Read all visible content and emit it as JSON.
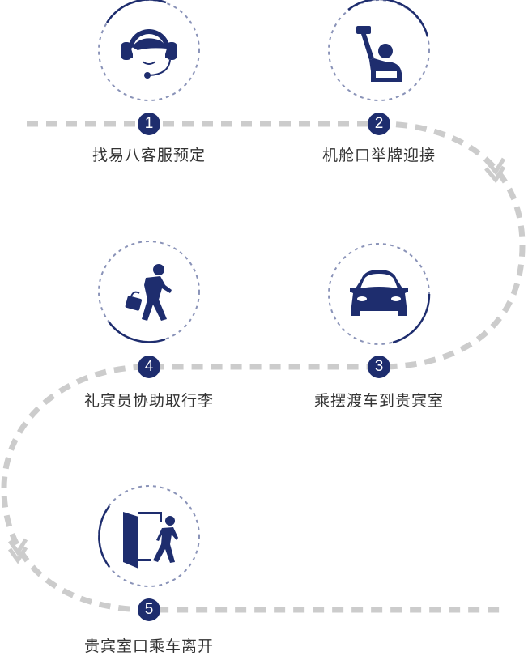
{
  "colors": {
    "accent": "#1e2d6e",
    "path": "#cccccc",
    "ring": "#8a93b8"
  },
  "steps": [
    {
      "number": "1",
      "label": "找易八客服预定",
      "icon": "headset-agent-icon"
    },
    {
      "number": "2",
      "label": "机舱口举牌迎接",
      "icon": "sign-holder-icon"
    },
    {
      "number": "3",
      "label": "乘摆渡车到贵宾室",
      "icon": "car-icon"
    },
    {
      "number": "4",
      "label": "礼宾员协助取行李",
      "icon": "walking-luggage-icon"
    },
    {
      "number": "5",
      "label": "贵宾室口乘车离开",
      "icon": "exit-door-icon"
    }
  ]
}
